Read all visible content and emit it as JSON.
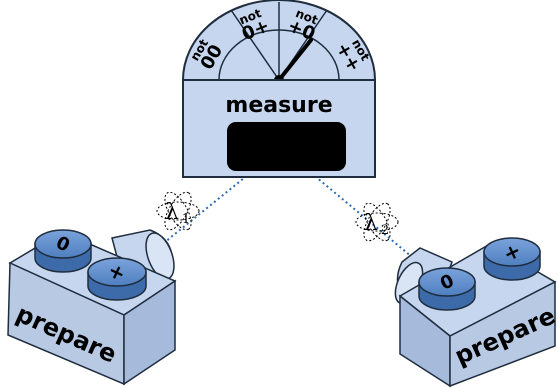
{
  "meter": {
    "dial_top_labels": [
      "not",
      "not",
      "not",
      "not"
    ],
    "dial_bottom_labels": [
      "00",
      "0+",
      "+0",
      "++"
    ],
    "device_label": "measure"
  },
  "sources": {
    "left": {
      "label": "prepare",
      "knob_left": "0",
      "knob_right": "+"
    },
    "right": {
      "label": "prepare",
      "knob_left": "0",
      "knob_right": "+"
    }
  },
  "photons": {
    "left": {
      "symbol": "λ",
      "subscript": "1"
    },
    "right": {
      "symbol": "λ",
      "subscript": "2"
    }
  },
  "colors": {
    "device_fill": "#c5d6ee",
    "knob_fill": "#5a87c4",
    "outline": "#1f2d3f",
    "display": "#000000",
    "beam": "#2b6cb5"
  }
}
